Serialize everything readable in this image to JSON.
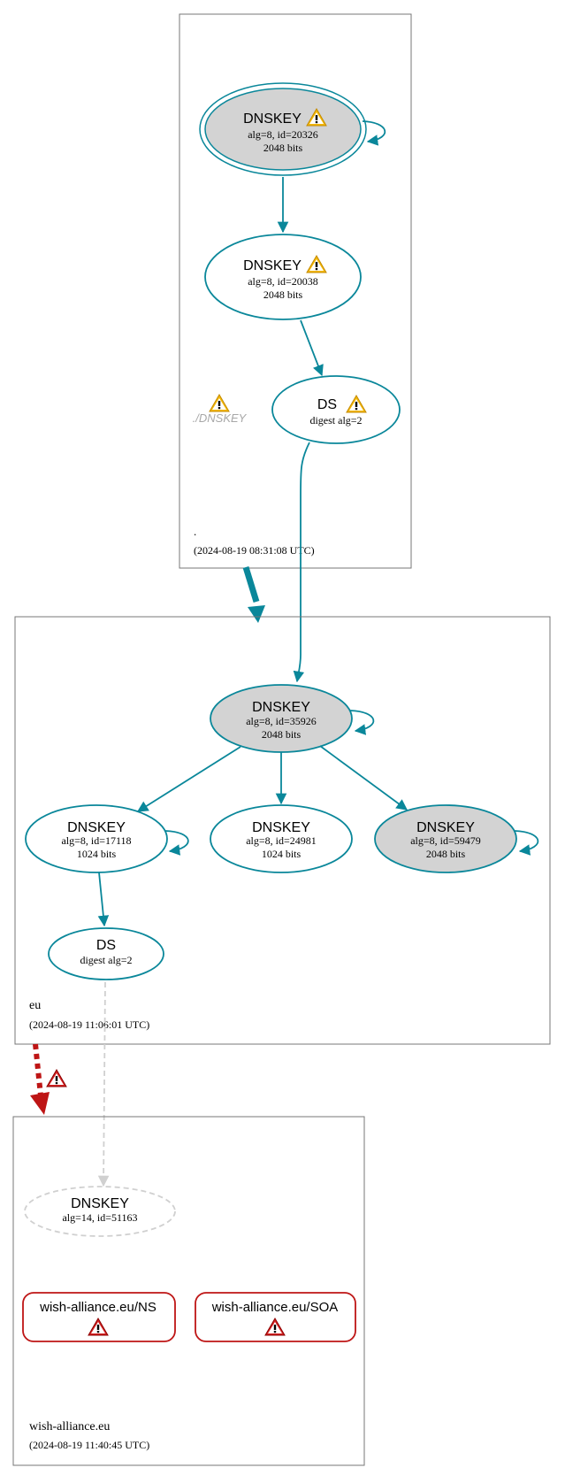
{
  "zones": {
    "root": {
      "name": ".",
      "timestamp": "(2024-08-19 08:31:08 UTC)"
    },
    "eu": {
      "name": "eu",
      "timestamp": "(2024-08-19 11:06:01 UTC)"
    },
    "wish": {
      "name": "wish-alliance.eu",
      "timestamp": "(2024-08-19 11:40:45 UTC)"
    }
  },
  "nodes": {
    "root_ksk": {
      "title": "DNSKEY",
      "line1": "alg=8, id=20326",
      "line2": "2048 bits"
    },
    "root_zsk": {
      "title": "DNSKEY",
      "line1": "alg=8, id=20038",
      "line2": "2048 bits"
    },
    "root_ds": {
      "title": "DS",
      "line1": "digest alg=2"
    },
    "root_dnskey_ref": {
      "label": "./DNSKEY"
    },
    "eu_ksk": {
      "title": "DNSKEY",
      "line1": "alg=8, id=35926",
      "line2": "2048 bits"
    },
    "eu_k17118": {
      "title": "DNSKEY",
      "line1": "alg=8, id=17118",
      "line2": "1024 bits"
    },
    "eu_k24981": {
      "title": "DNSKEY",
      "line1": "alg=8, id=24981",
      "line2": "1024 bits"
    },
    "eu_k59479": {
      "title": "DNSKEY",
      "line1": "alg=8, id=59479",
      "line2": "2048 bits"
    },
    "eu_ds": {
      "title": "DS",
      "line1": "digest alg=2"
    },
    "wish_dnskey": {
      "title": "DNSKEY",
      "line1": "alg=14, id=51163"
    },
    "wish_ns": {
      "label": "wish-alliance.eu/NS"
    },
    "wish_soa": {
      "label": "wish-alliance.eu/SOA"
    }
  },
  "colors": {
    "secure_edge": "#0a879a",
    "bogus_edge": "#be1515",
    "insecure_edge": "#d0d0d0",
    "ksk_fill": "#d3d3d3",
    "warning": "#f4b800"
  }
}
